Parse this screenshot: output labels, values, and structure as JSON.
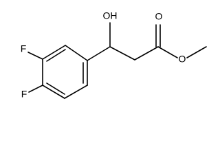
{
  "molecule": {
    "atoms": {
      "hydroxyl": "OH",
      "carbonyl_oxygen": "O",
      "ester_oxygen": "O",
      "fluorine_3": "F",
      "fluorine_4": "F"
    }
  },
  "colors": {
    "bond": "#000000",
    "text": "#000000",
    "background": "#ffffff"
  }
}
